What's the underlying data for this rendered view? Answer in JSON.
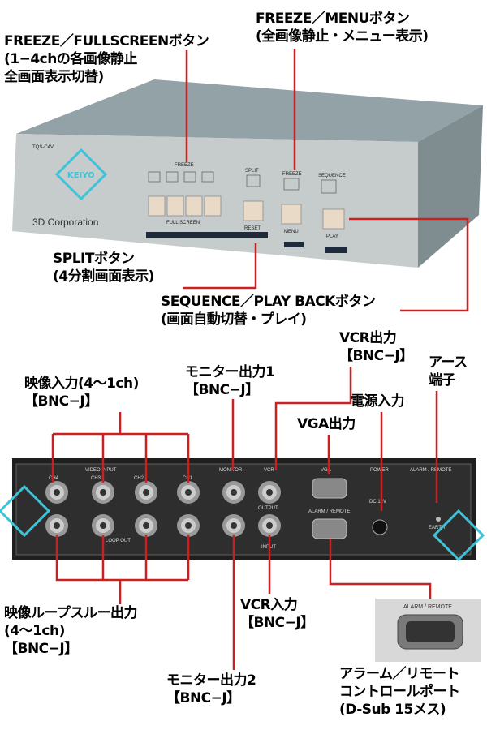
{
  "front_panel": {
    "model": "TQS-C4V",
    "brand": "3D Corporation",
    "labels": {
      "freeze_group": "FREEZE",
      "split": "SPLIT",
      "freeze_menu": "FREEZE",
      "sequence": "SEQUENCE",
      "full_screen": "FULL SCREEN",
      "reset": "RESET",
      "menu": "MENU",
      "play": "PLAY"
    }
  },
  "rear_panel": {
    "labels": {
      "video_input": "VIDEO INPUT",
      "ch4": "CH4",
      "ch3": "CH3",
      "ch2": "CH2",
      "ch1": "CH1",
      "monitor": "MONITOR",
      "vcr": "VCR",
      "output": "OUTPUT",
      "input": "INPUT",
      "loop_out": "LOOP OUT",
      "vga": "VGA",
      "alarm_remote": "ALARM / REMOTE",
      "power": "POWER",
      "dc": "DC 12V",
      "earth": "EARTH"
    }
  },
  "inset": {
    "label": "ALARM / REMOTE"
  },
  "watermark": "KEIYO",
  "callouts": {
    "freeze_fullscreen": [
      "FREEZE／FULLSCREENボタン",
      "(1−4chの各画像静止",
      "全画面表示切替)"
    ],
    "freeze_menu": [
      "FREEZE／MENUボタン",
      "(全画像静止・メニュー表示)"
    ],
    "split": [
      "SPLITボタン",
      "(4分割画面表示)"
    ],
    "sequence": [
      "SEQUENCE／PLAY BACKボタン",
      "(画面自動切替・プレイ)"
    ],
    "vcr_out": [
      "VCR出力",
      "【BNC−J】"
    ],
    "earth": [
      "アース",
      "端子"
    ],
    "monitor_out1": [
      "モニター出力1",
      "【BNC−J】"
    ],
    "video_in": [
      "映像入力(4〜1ch)",
      "【BNC−J】"
    ],
    "power_in": [
      "電源入力"
    ],
    "vga_out": [
      "VGA出力"
    ],
    "loop_out": [
      "映像ループスルー出力",
      "(4〜1ch)",
      "【BNC−J】"
    ],
    "vcr_in": [
      "VCR入力",
      "【BNC−J】"
    ],
    "monitor_out2": [
      "モニター出力2",
      "【BNC−J】"
    ],
    "alarm_remote": [
      "アラーム／リモート",
      "コントロールポート",
      "(D-Sub 15メス)"
    ]
  },
  "colors": {
    "leader": "#cc1f1f",
    "body": "#a9b3b6",
    "front": "#c9cfcf",
    "rear": "#2a2a2a",
    "watermark": "#3fc3d8"
  }
}
